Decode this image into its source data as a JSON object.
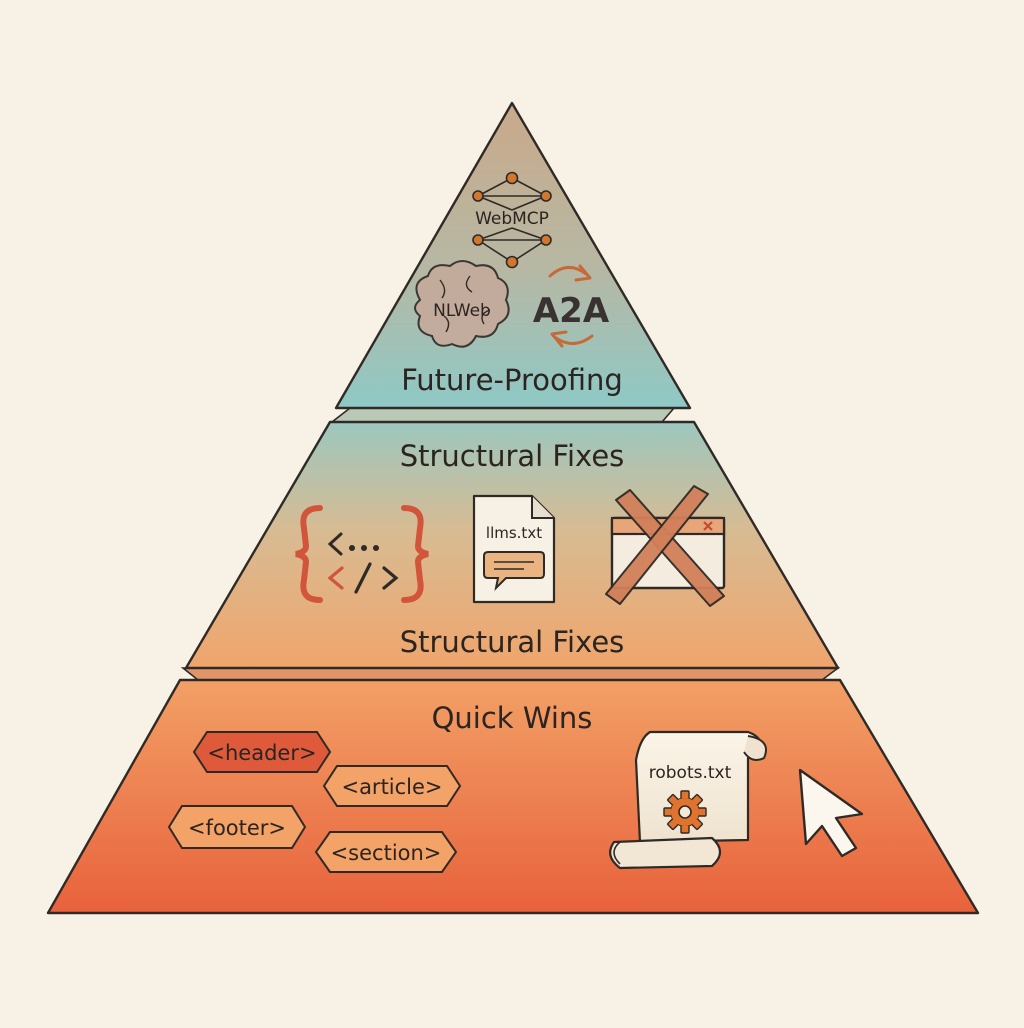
{
  "pyramid": {
    "top": {
      "label": "Future-Proofing",
      "icons": {
        "webmcp": "WebMCP",
        "nlweb": "NLWeb",
        "a2a": "A2A"
      }
    },
    "middle": {
      "top_label": "Structural Fixes",
      "bottom_label": "Structural Fixes",
      "icons": {
        "code": "{ <... </> }",
        "llms_file": "llms.txt"
      }
    },
    "bottom": {
      "label": "Quick Wins",
      "tags": {
        "header": "<header>",
        "article": "<article>",
        "footer": "<footer>",
        "section": "<section>"
      },
      "scroll_label": "robots.txt"
    }
  },
  "colors": {
    "background": "#f8f2e6",
    "top_tier_top": "#c9a98a",
    "top_tier_bottom": "#8ec9c6",
    "middle_tier_top": "#9cc7bf",
    "middle_tier_bottom": "#f0a56c",
    "bottom_tier_top": "#f2a066",
    "bottom_tier_bottom": "#e8623c",
    "tag_red": "#de5a3a",
    "tag_orange": "#f3a268",
    "ink": "#2f2a26"
  }
}
